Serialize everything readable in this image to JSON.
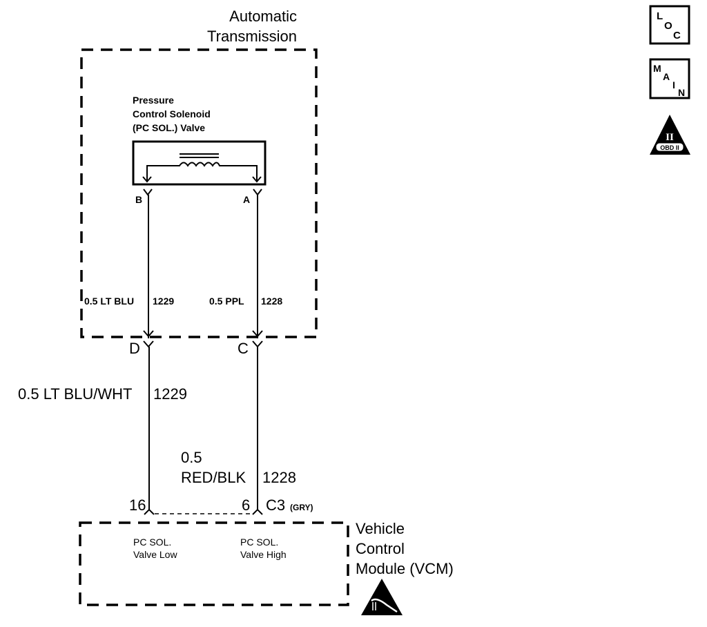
{
  "transmission": {
    "title_line1": "Automatic",
    "title_line2": "Transmission",
    "solenoid": {
      "label_line1": "Pressure",
      "label_line2": "Control Solenoid",
      "label_line3": "(PC SOL.) Valve",
      "terminal_b": "B",
      "terminal_a": "A"
    },
    "wires_inside": [
      {
        "label": "0.5 LT BLU",
        "circuit": "1229"
      },
      {
        "label": "0.5 PPL",
        "circuit": "1228"
      }
    ],
    "connector_d": "D",
    "connector_c": "C"
  },
  "harness": {
    "wire_left": {
      "label": "0.5 LT BLU/WHT",
      "circuit": "1229"
    },
    "wire_right": {
      "label_line1": "0.5",
      "label_line2": "RED/BLK",
      "circuit": "1228"
    }
  },
  "vcm_connector": {
    "pin_left": "16",
    "pin_right": "6",
    "name": "C3",
    "color": "(GRY)"
  },
  "vcm": {
    "title_line1": "Vehicle",
    "title_line2": "Control",
    "title_line3": "Module (VCM)",
    "input_low_line1": "PC SOL.",
    "input_low_line2": "Valve Low",
    "input_high_line1": "PC SOL.",
    "input_high_line2": "Valve High",
    "esd_icon": "esd-warning-icon"
  },
  "side_icons": {
    "loc": {
      "l": "L",
      "o": "O",
      "c": "C"
    },
    "main": {
      "m": "M",
      "a": "A",
      "i": "I",
      "n": "N"
    },
    "obd": {
      "roman": "II",
      "label": "OBD II"
    }
  }
}
